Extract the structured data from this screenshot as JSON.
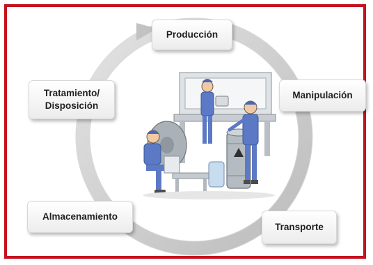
{
  "cycle": {
    "stages": [
      "Producción",
      "Manipulación",
      "Transporte",
      "Almacenamiento",
      "Tratamiento/\nDisposición"
    ]
  },
  "illustration": {
    "icon": "lab-workers-handling-drums-illustration"
  },
  "colors": {
    "frame": "#c4121e",
    "ring": "#c9c9c9",
    "box_fill": "#f2f2f2",
    "clothing": "#5b79c4",
    "drum": "#aab2b8"
  }
}
